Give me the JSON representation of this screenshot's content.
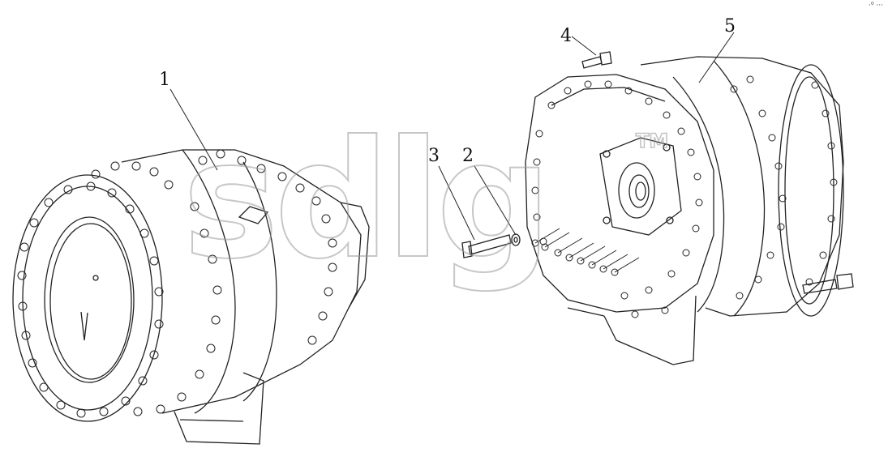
{
  "figure": {
    "callouts": [
      {
        "id": "1",
        "label": "1"
      },
      {
        "id": "2",
        "label": "2"
      },
      {
        "id": "3",
        "label": "3"
      },
      {
        "id": "4",
        "label": "4"
      },
      {
        "id": "5",
        "label": "5"
      }
    ],
    "watermark": {
      "text": "sdlg",
      "mark": "TM"
    },
    "corner_mark": "·⁰ ···",
    "colors": {
      "line": "#222222",
      "watermark": "#9a9a9a",
      "background": "#ffffff"
    }
  }
}
